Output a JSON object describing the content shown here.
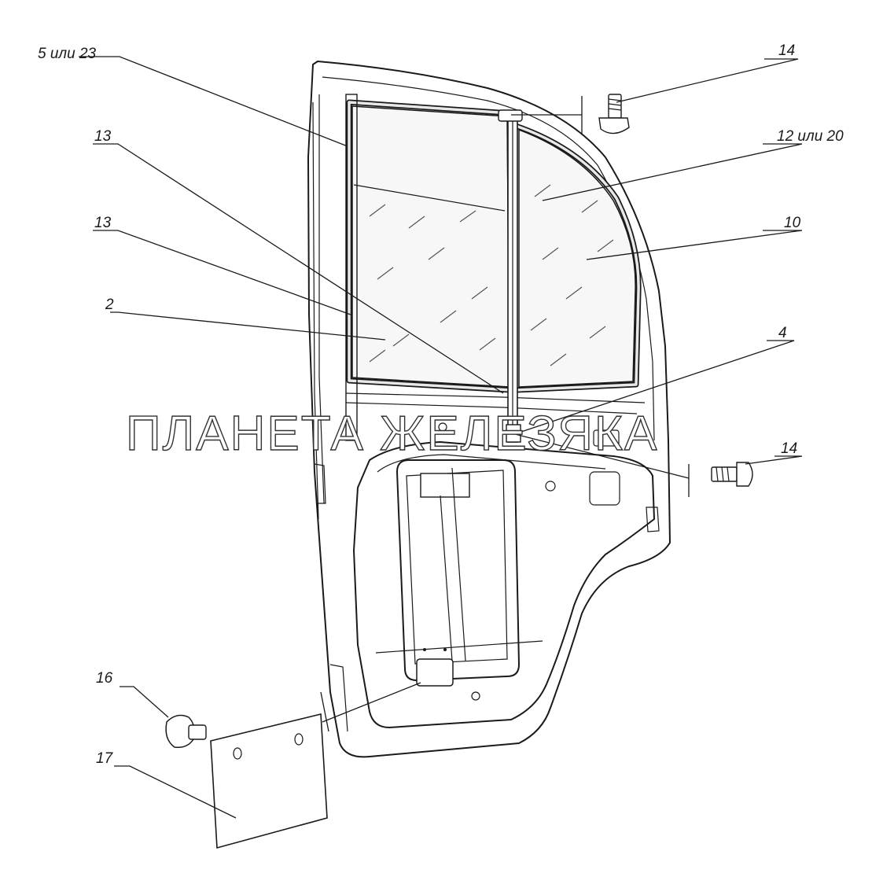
{
  "watermark": "ПЛАНЕТА ЖЕЛЕЗЯКА",
  "callouts": {
    "c5or23": "5 или 23",
    "c14_top": "14",
    "c13_a": "13",
    "c12or20": "12 или 20",
    "c13_b": "13",
    "c10": "10",
    "c2": "2",
    "c4": "4",
    "c14_mid": "14",
    "c16": "16",
    "c17": "17"
  },
  "colors": {
    "line": "#1a1a1a",
    "background": "#ffffff"
  }
}
